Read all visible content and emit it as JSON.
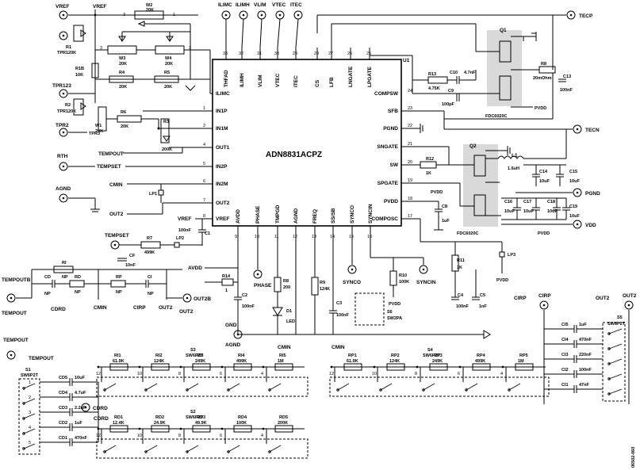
{
  "chip": {
    "part": "ADN8831ACPZ",
    "designator": "U1",
    "left_pins": [
      {
        "name": "ILIMC",
        "num": ""
      },
      {
        "name": "IN1P",
        "num": "1"
      },
      {
        "name": "IN1M",
        "num": "2"
      },
      {
        "name": "OUT1",
        "num": "4"
      },
      {
        "name": "IN2P",
        "num": "5"
      },
      {
        "name": "IN2M",
        "num": "6"
      },
      {
        "name": "OUT2",
        "num": "7"
      },
      {
        "name": "VREF",
        "num": "8"
      }
    ],
    "top_pins": [
      {
        "name": "THFAD",
        "num": "33"
      },
      {
        "name": "ILIMH",
        "num": "32"
      },
      {
        "name": "VLIM",
        "num": "31"
      },
      {
        "name": "VTEC",
        "num": "30"
      },
      {
        "name": "ITEC",
        "num": "29"
      },
      {
        "name": "CS",
        "num": "28"
      },
      {
        "name": "LFB",
        "num": "27"
      },
      {
        "name": "LNGATE",
        "num": "26"
      },
      {
        "name": "LPGATE",
        "num": "25"
      }
    ],
    "right_pins": [
      {
        "name": "COMPSW",
        "num": "24"
      },
      {
        "name": "SFB",
        "num": "23"
      },
      {
        "name": "PGND",
        "num": "22"
      },
      {
        "name": "SNGATE",
        "num": "21"
      },
      {
        "name": "SW",
        "num": "20"
      },
      {
        "name": "SPGATE",
        "num": "19"
      },
      {
        "name": "PVDD",
        "num": "18"
      },
      {
        "name": "COMPOSC",
        "num": "17"
      }
    ],
    "bottom_pins": [
      {
        "name": "AVDD",
        "num": "9"
      },
      {
        "name": "PHASE",
        "num": "10"
      },
      {
        "name": "TMPGD",
        "num": "11"
      },
      {
        "name": "AGND",
        "num": "12"
      },
      {
        "name": "FREQ",
        "num": "13"
      },
      {
        "name": "SS/SB",
        "num": "14"
      },
      {
        "name": "SYNCO",
        "num": "15"
      },
      {
        "name": "SYNCIN",
        "num": "16"
      }
    ]
  },
  "top_nets": [
    "ILIMC",
    "ILIMH",
    "VLIM",
    "VTEC",
    "ITEC"
  ],
  "nets": {
    "vref1": "VREF",
    "vref2": "VREF",
    "vref3": "VREF",
    "tpr120k": "TPR120K",
    "tpr123": "TPR123",
    "tpr2": "TPR2",
    "tpr3": "TPR3",
    "rth": "RTH",
    "tempout": "TEMPOUT",
    "tempset": "TEMPSET",
    "cmin": "CMIN",
    "out2": "OUT2",
    "agnd": "AGND",
    "tecp": "TECP",
    "tecn": "TECN",
    "pgnd": "PGND",
    "vdd": "VDD",
    "pvdd": "PVDD",
    "avdd": "AVDD",
    "tempoutb": "TEMPOUTB",
    "cdrd": "CDRD",
    "cirp": "CIRP",
    "out2b": "OUT2B",
    "phase": "PHASE",
    "synco": "SYNCO",
    "syncin": "SYNCIN",
    "gnd": "GND",
    "led": "LED",
    "np": "NP"
  },
  "components": {
    "w2": "W2",
    "w2v": "20K",
    "w3": "W3",
    "w3v": "20K",
    "w4": "W4",
    "w4v": "20K",
    "r1": "R1",
    "r1b": "R1B",
    "r1bv": "10K",
    "r2": "R2",
    "r2v": "TPR120K",
    "r4": "R4",
    "r4v": "20K",
    "r5": "R5",
    "r5v": "20K",
    "r6": "R6",
    "r6v": "20K",
    "w1": "W1",
    "w1v": "20K",
    "r3": "R3",
    "r3v": "200K",
    "lp1": "LP1",
    "lp2": "LP2",
    "r7": "R7",
    "r7v": "499K",
    "c1": "C1",
    "c1v": "100nF",
    "q1": "Q1",
    "q1p": "FDC6020C",
    "r13": "R13",
    "r13v": "4.75K",
    "c10": "C10",
    "c10v": "4.7nF",
    "c9": "C9",
    "c9v": "100pF",
    "rs": "R8",
    "rsv": "20mOhm",
    "c13": "C13",
    "c13v": "100nF",
    "q2": "Q2",
    "q2p": "FDC6020C",
    "l1": "L1",
    "l1v": "1.6uH",
    "r12": "R12",
    "r12v": "1K",
    "c14": "C14",
    "c15": "C15",
    "c16": "C16",
    "c17": "C17",
    "c18": "C18",
    "c19": "C19",
    "c10uf": "10uF",
    "c8": "C8",
    "c8v": "1uF",
    "r11": "R11",
    "r11v": "1K",
    "lp3": "LP3",
    "c4": "C4",
    "c4v": "100nF",
    "c5": "C5",
    "c5v": "1nF",
    "r14": "R14",
    "r14v": "1",
    "c2": "C2",
    "c2v": "100nF",
    "r8": "R8",
    "r8v": "200",
    "d1": "D1",
    "r9": "R9",
    "r9v": "124K",
    "c3": "C3",
    "c3v": "100nF",
    "r10": "R10",
    "r10v": "100K",
    "s6": "S6",
    "s6p": "SW2PA",
    "ri": "RI",
    "rd": "RD",
    "rp": "RP",
    "cd": "CD",
    "cf": "CF",
    "cfv": "10nF",
    "ci": "CI"
  },
  "banks": {
    "s1": {
      "ref": "S1",
      "part": "SW6P2T",
      "caps": [
        [
          "CD5",
          "10uF"
        ],
        [
          "CD4",
          "4.7uF"
        ],
        [
          "CD3",
          "2.2uF"
        ],
        [
          "CD2",
          "1uF"
        ],
        [
          "CD1",
          "470nF"
        ]
      ]
    },
    "s3": {
      "ref": "S3",
      "part": "SW6P2T",
      "res": [
        [
          "RI1",
          "61.9K"
        ],
        [
          "RI2",
          "124K"
        ],
        [
          "RI3",
          "249K"
        ],
        [
          "RI4",
          "499K"
        ],
        [
          "RI5",
          "1M"
        ]
      ]
    },
    "s2": {
      "ref": "S2",
      "part": "SW6P2T",
      "res": [
        [
          "RD1",
          "12.4K"
        ],
        [
          "RD2",
          "24.9K"
        ],
        [
          "RD3",
          "49.9K"
        ],
        [
          "RD4",
          "100K"
        ],
        [
          "RD5",
          "200K"
        ]
      ]
    },
    "s4": {
      "ref": "S4",
      "part": "SW6P2T",
      "res": [
        [
          "RP1",
          "61.9K"
        ],
        [
          "RP2",
          "124K"
        ],
        [
          "RP3",
          "249K"
        ],
        [
          "RP4",
          "499K"
        ],
        [
          "RP5",
          "1M"
        ]
      ]
    },
    "s5": {
      "ref": "S5",
      "part": "SW6P2T",
      "caps": [
        [
          "CI5",
          "1uF"
        ],
        [
          "CI4",
          "470nF"
        ],
        [
          "CI3",
          "220nF"
        ],
        [
          "CI2",
          "100nF"
        ],
        [
          "CI1",
          "47nF"
        ]
      ]
    }
  },
  "figure_id": "06502-060"
}
